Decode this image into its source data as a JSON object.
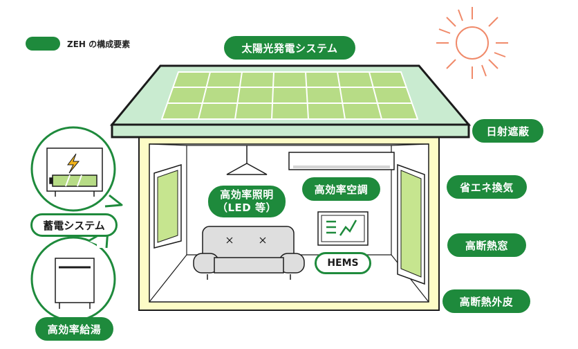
{
  "legend": {
    "label": "ZEH の構成要素"
  },
  "labels": {
    "solar": "太陽光発電システム",
    "shading": "日射遮蔽",
    "ventilation": "省エネ換気",
    "window": "高断熱窓",
    "outer_wall": "高断熱外皮",
    "lighting_line1": "高効率照明",
    "lighting_line2": "（LED 等）",
    "ac": "高効率空調",
    "hems": "HEMS",
    "battery": "蓄電システム",
    "water_heater": "高効率給湯"
  },
  "colors": {
    "brand_green": "#1e8a3c",
    "roof": "#c9ebd0",
    "panel": "#b7dc86",
    "wall": "#fdfcc6",
    "sun": "#f08a6a"
  },
  "icons": [
    "sun-icon",
    "battery-icon",
    "lightning-icon",
    "water-heater-icon",
    "monitor-icon",
    "sofa-icon",
    "pendant-lamp-icon",
    "air-conditioner-icon"
  ]
}
